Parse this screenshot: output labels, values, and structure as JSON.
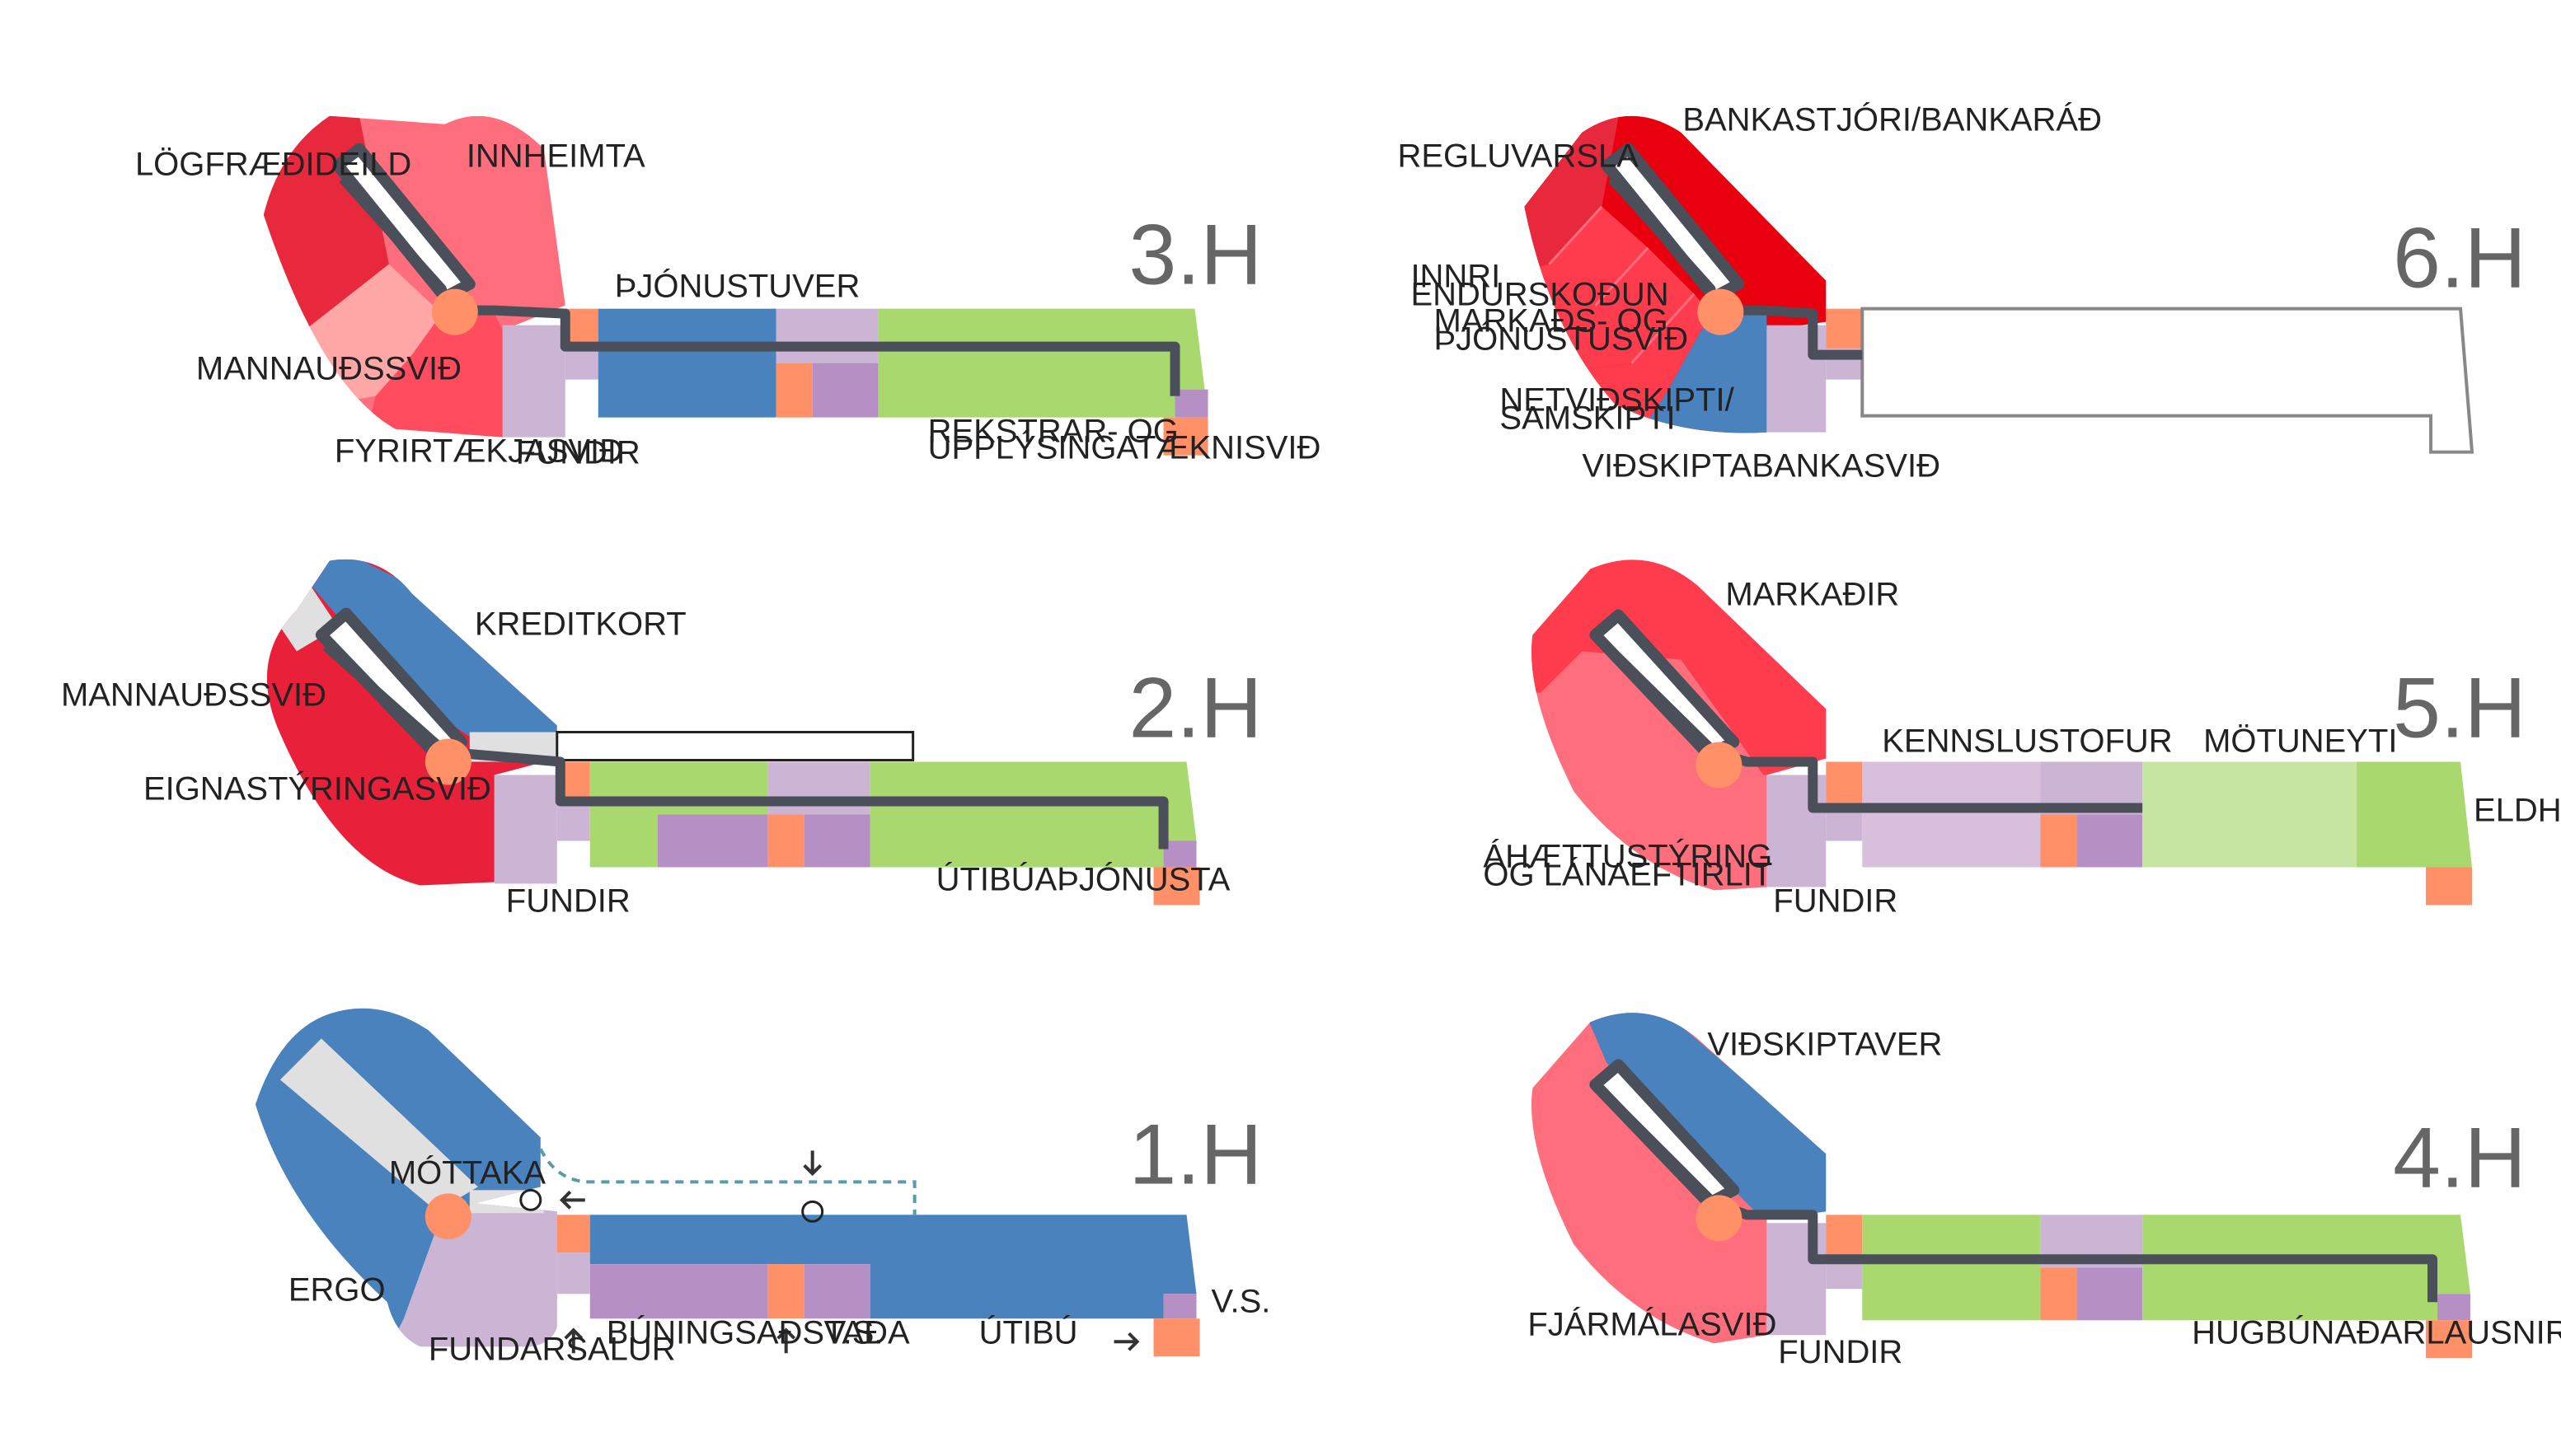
{
  "colors": {
    "red_dark": "#e8283c",
    "red": "#ff3b4e",
    "red_bright": "#e8000f",
    "pink": "#ff6e7d",
    "pink_light": "#ffa6a6",
    "blue": "#4a82bd",
    "lavender": "#cbb4d4",
    "purple": "#b68fc4",
    "green": "#a8d86e",
    "green_light": "#c5e5a0",
    "orange": "#ff9068",
    "corridor": "#4a4f59",
    "grey": "#e0e0e0",
    "outline": "#888888",
    "dashed": "#5b9aa8"
  },
  "floors": {
    "f3": {
      "title": "3.H",
      "labels": {
        "logfraedideild": "LÖGFRÆÐIDEILD",
        "innheimta": "INNHEIMTA",
        "thjonustuver": "ÞJÓNUSTUVER",
        "mannaudssvid": "MANNAUÐSSVIÐ",
        "fyrirtaekjasvid": "FYRIRTÆKJASVIÐ",
        "fundir": "FUNDIR",
        "rekstrar_1": "REKSTRAR- OG",
        "rekstrar_2": "UPPLÝSINGATÆKNISVIÐ"
      }
    },
    "f6": {
      "title": "6.H",
      "labels": {
        "bankastjori": "BANKASTJÓRI/BANKARÁÐ",
        "regluvarsla": "REGLUVARSLA",
        "innri_1": "INNRI",
        "innri_2": "ENDURSKOÐUN",
        "markads_1": "MARKAÐS- OG",
        "markads_2": "ÞJÓNUSTUSVIÐ",
        "netvidskipti_1": "NETVIÐSKIPTI/",
        "netvidskipti_2": "SAMSKIPTI",
        "vidskiptabankasvid": "VIÐSKIPTABANKASVIÐ"
      }
    },
    "f2": {
      "title": "2.H",
      "labels": {
        "kreditkort": "KREDITKORT",
        "mannaudssvid": "MANNAUÐSSVIÐ",
        "eignastyringasvid": "EIGNASTÝRINGASVIÐ",
        "fundir": "FUNDIR",
        "utibuathjonusta": "ÚTIBÚAÞJÓNUSTA"
      }
    },
    "f5": {
      "title": "5.H",
      "labels": {
        "markadir": "MARKAÐIR",
        "kennslustofur": "KENNSLUSTOFUR",
        "motuneyti": "MÖTUNEYTI",
        "eldhus": "ELDHÚS",
        "ahaettu_1": "ÁHÆTTUSTÝRING",
        "ahaettu_2": "OG LÁNAEFTIRLIT",
        "fundir": "FUNDIR"
      }
    },
    "f1": {
      "title": "1.H",
      "labels": {
        "mottaka": "MÓTTAKA",
        "ergo": "ERGO",
        "fundarsalur": "FUNDARSALUR",
        "buningsadstada": "BÚNINGSAÐSTAÐA",
        "vs_1": "V.S.",
        "utibu": "ÚTIBÚ",
        "vs_2": "V.S."
      }
    },
    "f4": {
      "title": "4.H",
      "labels": {
        "vidskiptaver": "VIÐSKIPTAVER",
        "fjarmalasvid": "FJÁRMÁLASVIÐ",
        "fundir": "FUNDIR",
        "hugbunadarlausnir": "HUGBÚNAÐARLAUSNIR"
      }
    }
  }
}
